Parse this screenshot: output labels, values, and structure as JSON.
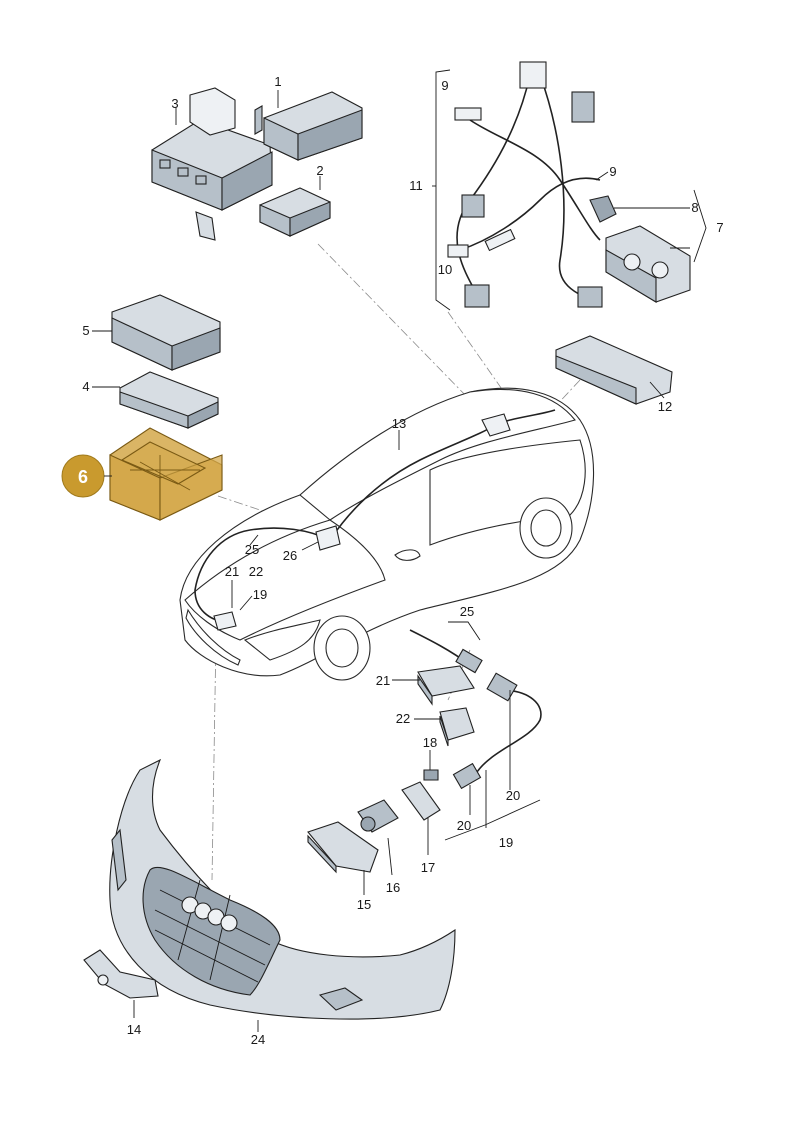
{
  "diagram": {
    "highlight_color": "#d4a84a",
    "highlight_badge_color": "#c99a2e",
    "highlight_text_color": "#ffffff",
    "line_color": "#1a1a1a",
    "part_fill": "#d7dde3",
    "highlighted_callout": "6",
    "callouts": {
      "c1": "1",
      "c2": "2",
      "c3": "3",
      "c4": "4",
      "c5": "5",
      "c6": "6",
      "c7": "7",
      "c8": "8",
      "c9a": "9",
      "c9b": "9",
      "c10": "10",
      "c11": "11",
      "c12": "12",
      "c13": "13",
      "c14": "14",
      "c15": "15",
      "c16": "16",
      "c17": "17",
      "c18": "18",
      "c19a": "19",
      "c19b": "19",
      "c20a": "20",
      "c20b": "20",
      "c21a": "21",
      "c21b": "21",
      "c22a": "22",
      "c22b": "22",
      "c24": "24",
      "c25a": "25",
      "c25b": "25",
      "c26": "26"
    }
  }
}
